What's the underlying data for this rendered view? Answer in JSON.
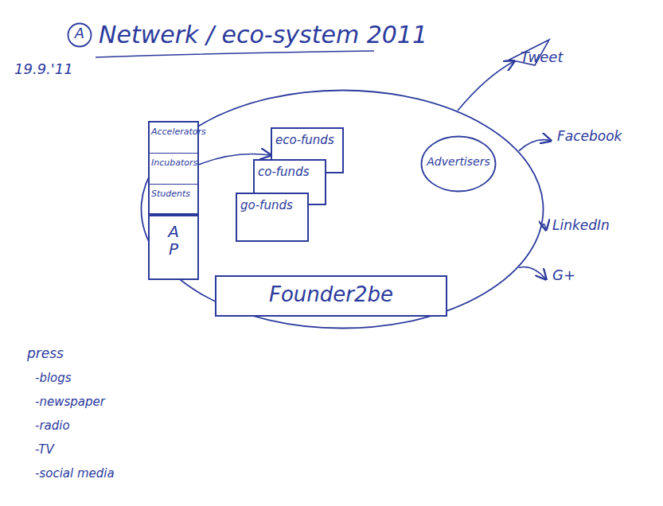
{
  "diagram": {
    "title": "Netwerk / eco-system 2011",
    "nodes": [
      {
        "text": [
          "A"
        ]
      },
      {
        "text": []
      },
      {
        "text": [
          "Accelerators",
          "Incubators",
          "Students"
        ],
        "in": 1
      },
      {
        "text": [
          "A P"
        ],
        "in": 1
      },
      {
        "text": [
          "eco-funds"
        ],
        "in": 1
      },
      {
        "text": [
          "co-funds"
        ],
        "in": 1
      },
      {
        "text": [
          "go-funds"
        ],
        "in": 1
      },
      {
        "text": [
          "Advertisers"
        ],
        "in": 1
      },
      {
        "text": [
          "Founder2be"
        ],
        "in": 1
      },
      {
        "text": [
          "Tweet"
        ]
      },
      {
        "text": [
          "Facebook"
        ]
      },
      {
        "text": [
          "LinkedIn"
        ]
      },
      {
        "text": [
          "G+"
        ]
      }
    ],
    "edges": [
      {
        "from": 2,
        "to": 4,
        "arrow": "to"
      },
      {
        "from": 1,
        "to": 9,
        "arrow": "to"
      },
      {
        "from": 1,
        "to": 10,
        "arrow": "to"
      },
      {
        "from": 1,
        "to": 11,
        "arrow": "to"
      },
      {
        "from": 1,
        "to": 12,
        "arrow": "to"
      }
    ],
    "labels": [
      "19.9.'11",
      "press",
      "-blogs",
      "-newspaper",
      "-radio",
      "-TV",
      "-social media"
    ]
  }
}
